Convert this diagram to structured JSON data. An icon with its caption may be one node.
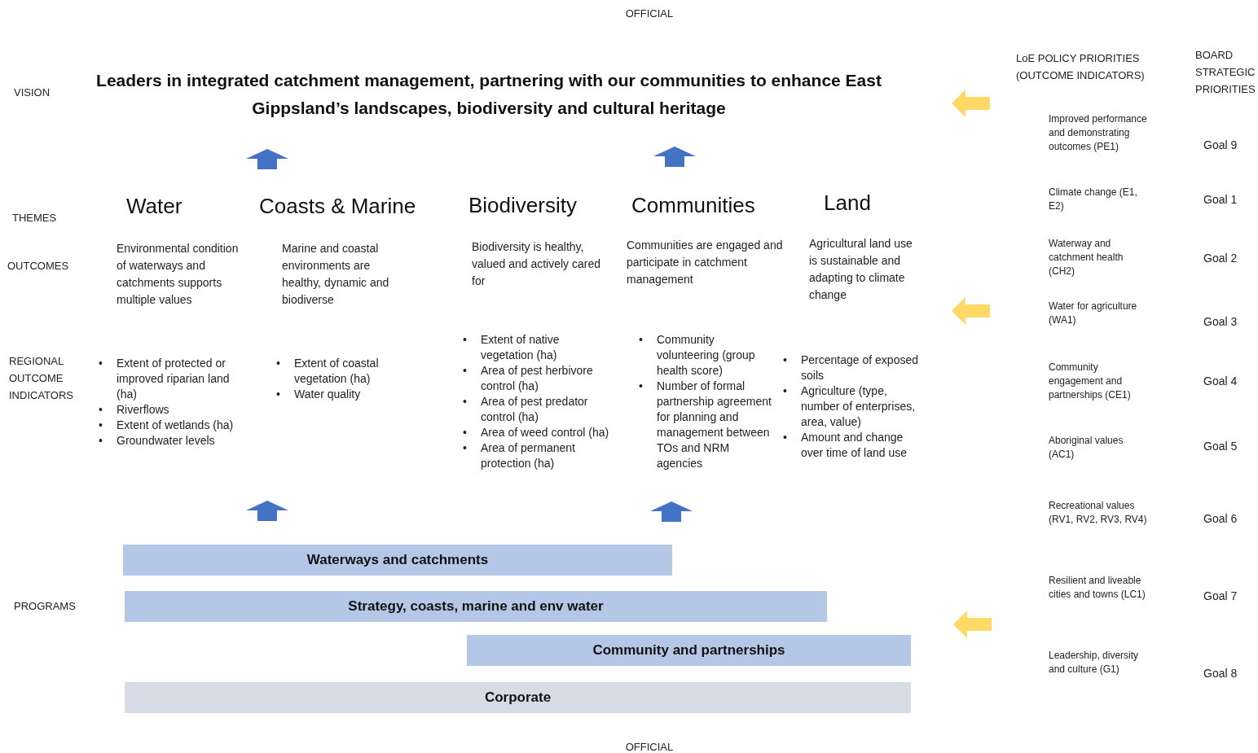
{
  "diagram": {
    "nodes": [
      {
        "text": [
          "Waterways and catchments"
        ]
      },
      {
        "text": [
          "Strategy, coasts, marine and env water"
        ]
      },
      {
        "text": [
          "Community and partnerships"
        ]
      },
      {
        "text": [
          "Corporate"
        ]
      }
    ],
    "labels": [
      "OFFICIAL",
      "VISION",
      "Leaders in integrated catchment management, partnering with our communities to enhance East Gippsland’s landscapes, biodiversity and cultural heritage",
      "LoE POLICY PRIORITIES (OUTCOME INDICATORS)",
      "BOARD STRATEGIC PRIORITIES",
      "THEMES",
      "Water",
      "Coasts & Marine",
      "Biodiversity",
      "Communities",
      "Land",
      "OUTCOMES",
      "Environmental condition of waterways and catchments supports multiple values",
      "Marine and coastal environments are healthy, dynamic and biodiverse",
      "Biodiversity is healthy, valued and actively cared for",
      "Communities are engaged and participate in catchment management",
      "Agricultural land use is sustainable and adapting to climate change",
      "REGIONAL OUTCOME INDICATORS",
      "•",
      "Extent of protected or improved riparian land (ha)",
      "•",
      "Riverflows",
      "•",
      "Extent of wetlands (ha)",
      "•",
      "Groundwater levels",
      "•",
      "Extent of coastal vegetation (ha)",
      "•",
      "Water quality",
      "•",
      "Extent of native vegetation (ha)",
      "•",
      "Area of pest herbivore control (ha)",
      "•",
      "Area of pest predator control (ha)",
      "•",
      "Area of weed control (ha)",
      "•",
      "Area of permanent protection (ha)",
      "•",
      "Community volunteering (group health score)",
      "•",
      "Number of formal partnership agreement for planning and management between TOs and NRM agencies",
      "•",
      "Percentage of exposed soils",
      "•",
      "Agriculture (type, number of enterprises, area, value)",
      "•",
      "Amount and change over time of land use",
      "PROGRAMS",
      "OFFICIAL",
      "Improved performance and demonstrating outcomes (PE1)",
      "Goal 9",
      "Climate change (E1, E2)",
      "Goal 1",
      "Waterway and catchment health (CH2)",
      "Goal 2",
      "Water for agriculture (WA1)",
      "Goal 3",
      "Community engagement and partnerships (CE1)",
      "Goal 4",
      "Aboriginal values (AC1)",
      "Goal 5",
      "Recreational values (RV1, RV2, RV3, RV4)",
      "Goal 6",
      "Resilient and liveable cities and towns (LC1)",
      "Goal 7",
      "Leadership, diversity and culture (G1)",
      "Goal 8"
    ]
  }
}
